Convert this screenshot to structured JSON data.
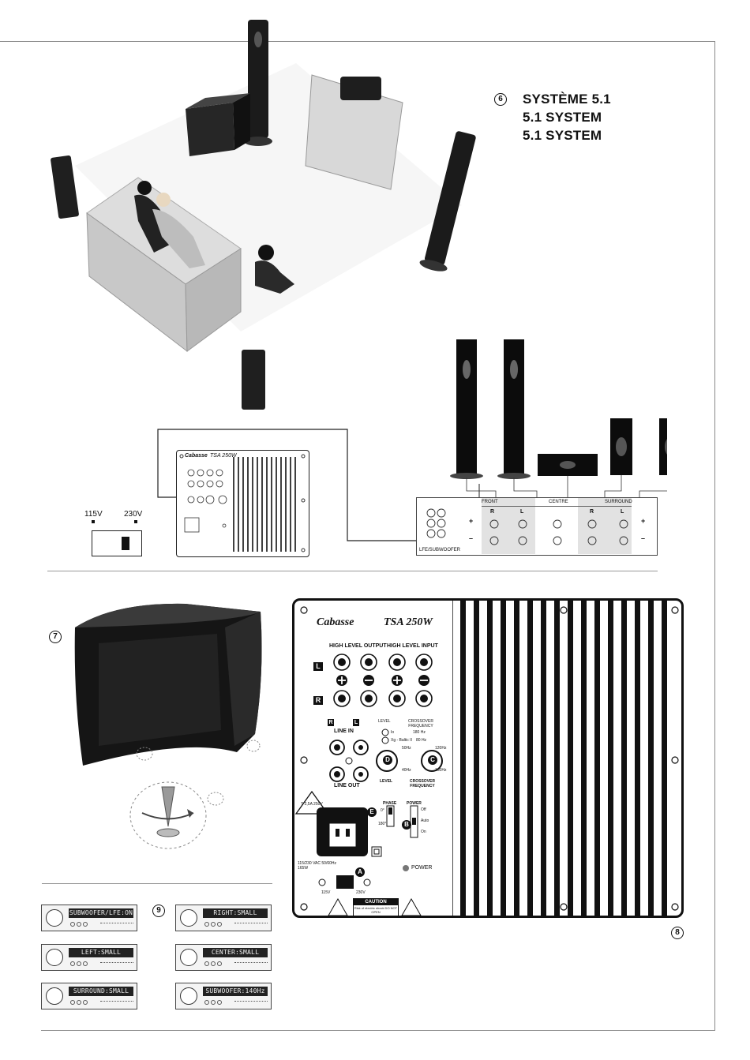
{
  "figure6": {
    "marker": "6",
    "titles": [
      "SYSTÈME 5.1",
      "5.1 SYSTEM",
      "5.1 SYSTEM"
    ],
    "voltage": {
      "left": "115V",
      "right": "230V"
    },
    "small_panel_brand": "Cabasse",
    "small_panel_model": "TSA 250W",
    "receiver": {
      "groups": [
        "FRONT",
        "CENTRE",
        "SURROUND"
      ],
      "channels": [
        "R",
        "L",
        "R",
        "L"
      ],
      "plus": "+",
      "minus": "–",
      "sub_label": "LFE/SUBWOOFER"
    }
  },
  "figure7": {
    "marker": "7"
  },
  "figure8": {
    "marker": "8",
    "brand": "Cabasse",
    "model": "TSA 250W",
    "high_level_output": "HIGH LEVEL OUTPUT",
    "high_level_input": "HIGH LEVEL INPUT",
    "row_L": "L",
    "row_R": "R",
    "line_in": "LINE IN",
    "line_out": "LINE OUT",
    "level": "LEVEL",
    "crossover_frequency": "CROSSOVER FREQUENCY",
    "crossover_value": "180 Hz",
    "level_options": [
      "Io",
      "Xg - Baltic II"
    ],
    "level_option2_value": "80 Hz",
    "knob_D": "D",
    "knob_C": "C",
    "knob_D_ticks": [
      "50Hz",
      "40Hz"
    ],
    "knob_C_ticks": [
      "120Hz",
      "160Hz"
    ],
    "phase": "PHASE",
    "phase_values": [
      "0°",
      "180°"
    ],
    "power": "POWER",
    "power_values": [
      "Off",
      "Auto",
      "On"
    ],
    "fuse_value": "T 2,5A 250V",
    "mains_spec": "115/230 VAC 50/60Hz 165W",
    "power_led_label": "POWER",
    "voltage_left": "115V",
    "voltage_right": "230V",
    "caution": "CAUTION",
    "caution_note": "Risk of electric shock DO NOT OPEN",
    "callouts": [
      "A",
      "B",
      "E"
    ]
  },
  "figure9": {
    "marker": "9",
    "displays": [
      "SUBWOOFER/LFE:ON",
      "RIGHT:SMALL",
      "LEFT:SMALL",
      "CENTER:SMALL",
      "SURROUND:SMALL",
      "SUBWOOFER:140Hz"
    ]
  }
}
